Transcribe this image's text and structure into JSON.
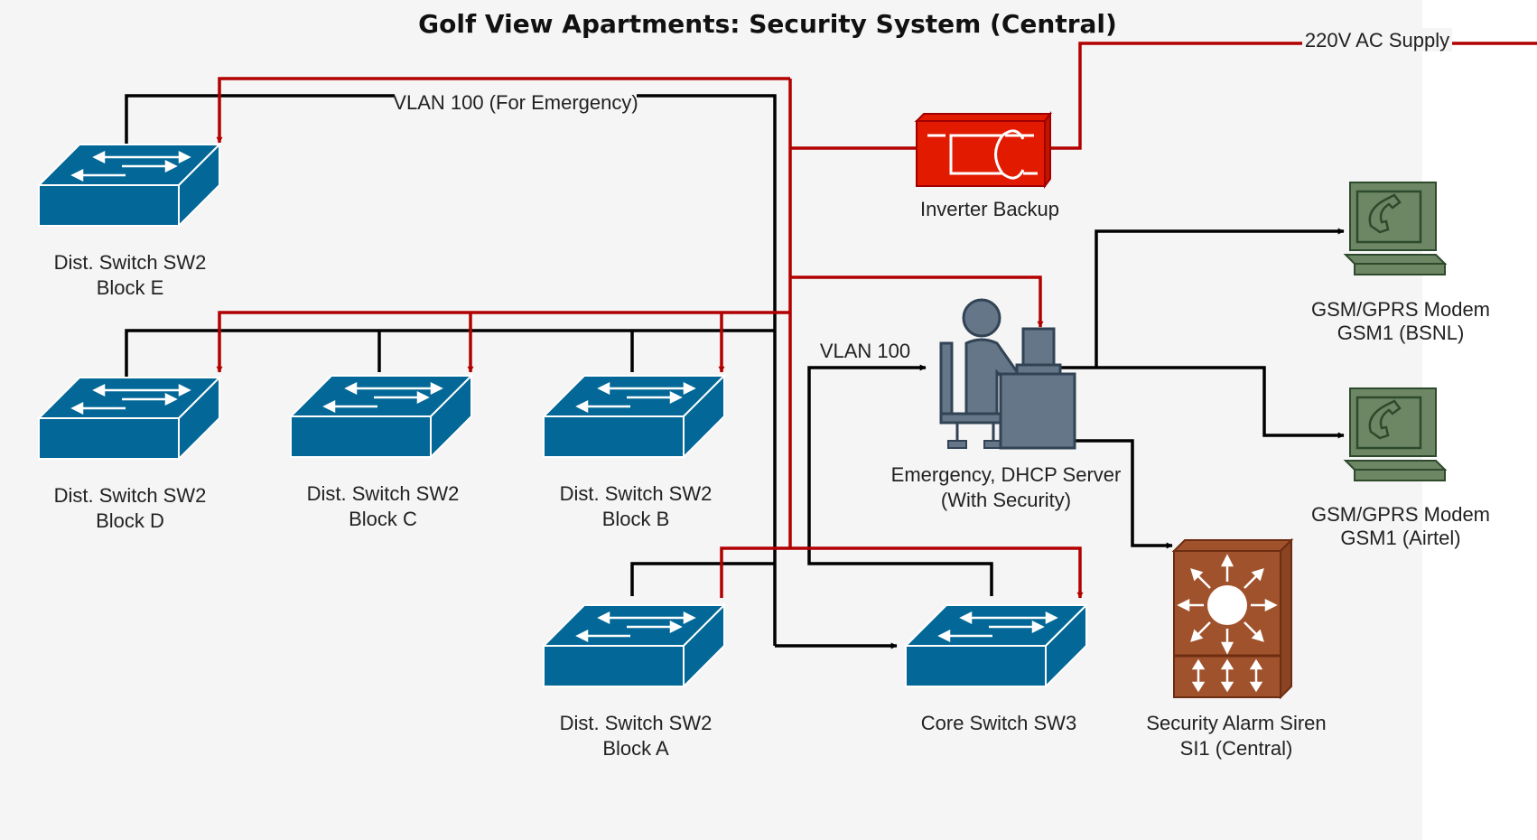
{
  "title": "Golf View Apartments: Security System (Central)",
  "power_label": "220V AC Supply",
  "vlan_emergency_label": "VLAN 100 (For Emergency)",
  "vlan_label": "VLAN 100",
  "colors": {
    "network_link": "#000000",
    "power_link": "#b20000",
    "switch": "#036897",
    "inverter": "#e21a00",
    "modem": "#6d8764",
    "siren": "#a0522d",
    "server": "#647687"
  },
  "nodes": {
    "switch_e": {
      "line1": "Dist. Switch SW2",
      "line2": "Block E"
    },
    "switch_d": {
      "line1": "Dist. Switch SW2",
      "line2": "Block D"
    },
    "switch_c": {
      "line1": "Dist. Switch SW2",
      "line2": "Block C"
    },
    "switch_b": {
      "line1": "Dist. Switch SW2",
      "line2": "Block B"
    },
    "switch_a": {
      "line1": "Dist. Switch SW2",
      "line2": "Block A"
    },
    "core": {
      "line1": "Core Switch SW3"
    },
    "inverter": {
      "line1": "Inverter Backup"
    },
    "server": {
      "line1": "Emergency, DHCP Server",
      "line2": "(With Security)"
    },
    "modem_bsnl": {
      "line1": "GSM/GPRS Modem",
      "line2": "GSM1 (BSNL)"
    },
    "modem_airtel": {
      "line1": "GSM/GPRS Modem",
      "line2": "GSM1 (Airtel)"
    },
    "siren": {
      "line1": "Security Alarm Siren",
      "line2": "SI1 (Central)"
    }
  }
}
